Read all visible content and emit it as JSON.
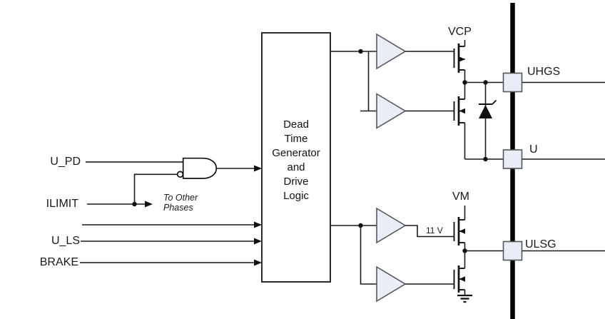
{
  "inputs": {
    "u_pd": "U_PD",
    "ilimit": "ILIMIT",
    "u_ls": "U_LS",
    "brake": "BRAKE"
  },
  "logic_block": {
    "lines": [
      "Dead",
      "Time",
      "Generator",
      "and",
      "Drive",
      "Logic"
    ]
  },
  "annotations": {
    "to_other_phases": [
      "To Other",
      "Phases"
    ],
    "gate_drive_voltage": "11 V"
  },
  "supplies": {
    "charge_pump": "VCP",
    "motor_supply": "VM"
  },
  "pads": {
    "uhgs": "UHGS",
    "u": "U",
    "ulsg": "ULSG"
  },
  "colors": {
    "wire": "#1a1a1a",
    "input_wire_gray": "#4f4f52",
    "shape_fill": "#e9edf8",
    "shape_stroke": "#55565a",
    "bus": "#000000",
    "background": "#ffffff"
  }
}
